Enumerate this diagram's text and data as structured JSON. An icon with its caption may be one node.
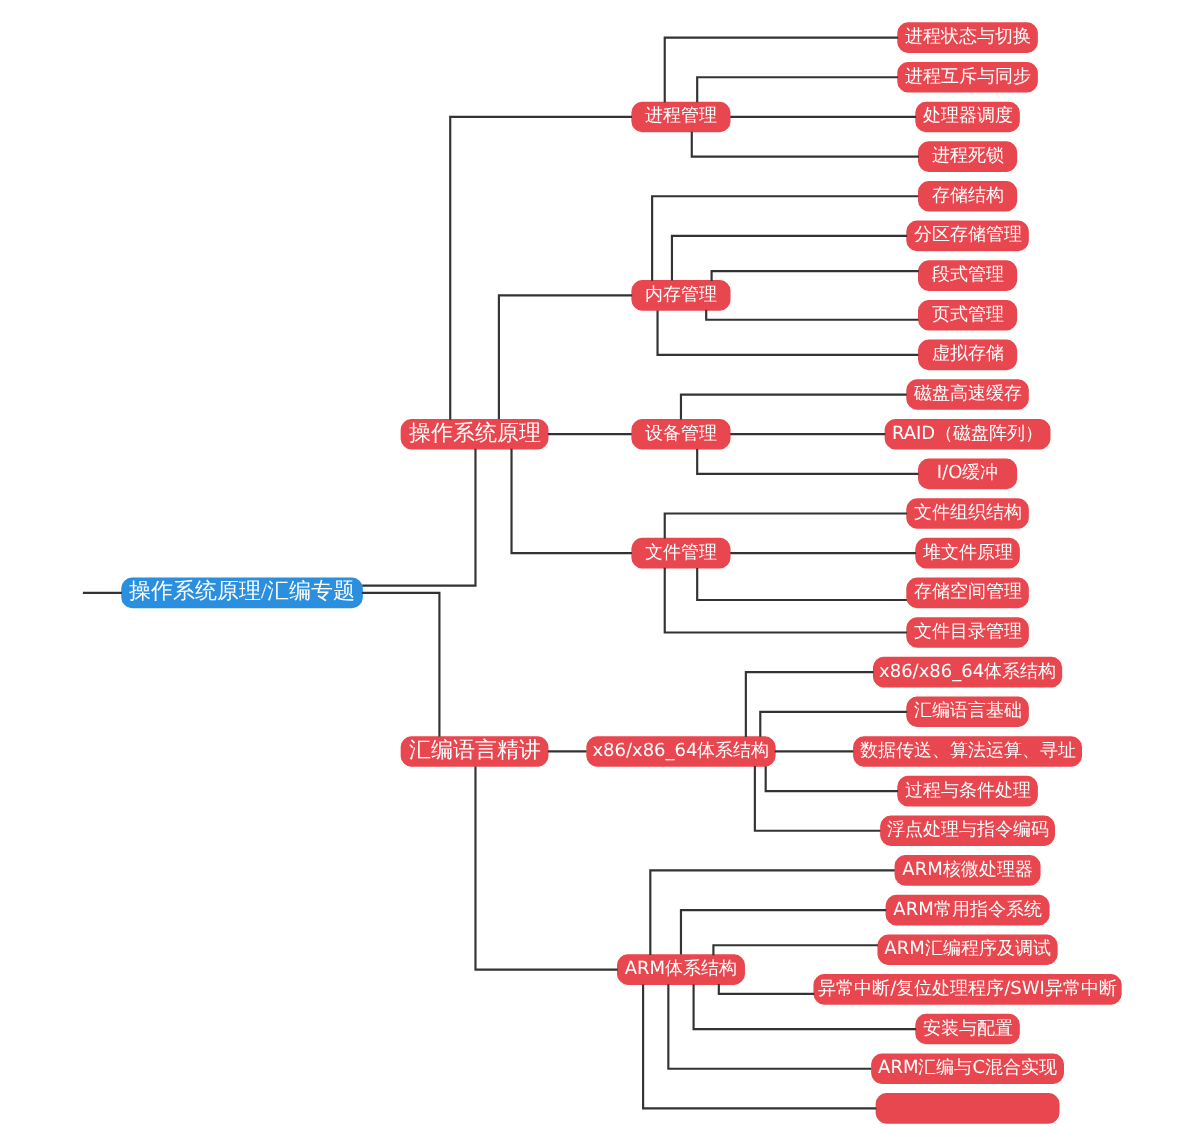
{
  "diagram": {
    "nodes": [
      {
        "text": [
          "操作系统原理/汇编专题"
        ]
      },
      {
        "text": [
          "操作系统原理"
        ]
      },
      {
        "text": [
          "进程管理"
        ]
      },
      {
        "text": [
          "进程状态与切换"
        ]
      },
      {
        "text": [
          "进程互斥与同步"
        ]
      },
      {
        "text": [
          "处理器调度"
        ]
      },
      {
        "text": [
          "进程死锁"
        ]
      },
      {
        "text": [
          "内存管理"
        ]
      },
      {
        "text": [
          "存储结构"
        ]
      },
      {
        "text": [
          "分区存储管理"
        ]
      },
      {
        "text": [
          "段式管理"
        ]
      },
      {
        "text": [
          "页式管理"
        ]
      },
      {
        "text": [
          "虚拟存储"
        ]
      },
      {
        "text": [
          "设备管理"
        ]
      },
      {
        "text": [
          "磁盘高速缓存"
        ]
      },
      {
        "text": [
          "RAID（磁盘阵列）"
        ]
      },
      {
        "text": [
          "I/O缓冲"
        ]
      },
      {
        "text": [
          "文件管理"
        ]
      },
      {
        "text": [
          "文件组织结构"
        ]
      },
      {
        "text": [
          "堆文件原理"
        ]
      },
      {
        "text": [
          "存储空间管理"
        ]
      },
      {
        "text": [
          "文件目录管理"
        ]
      },
      {
        "text": [
          "汇编语言精讲"
        ]
      },
      {
        "text": [
          "x86/x86_64体系结构"
        ]
      },
      {
        "text": [
          "x86/x86_64体系结构"
        ]
      },
      {
        "text": [
          "汇编语言基础"
        ]
      },
      {
        "text": [
          "数据传送、算法运算、寻址"
        ]
      },
      {
        "text": [
          "过程与条件处理"
        ]
      },
      {
        "text": [
          "浮点处理与指令编码"
        ]
      },
      {
        "text": [
          "ARM体系结构"
        ]
      },
      {
        "text": [
          "ARM核微处理器"
        ]
      },
      {
        "text": [
          "ARM常用指令系统"
        ]
      },
      {
        "text": [
          "ARM汇编程序及调试"
        ]
      },
      {
        "text": [
          "异常中断/复位处理程序/SWI异常中断"
        ]
      },
      {
        "text": [
          "安装与配置"
        ]
      },
      {
        "text": [
          "ARM汇编与C混合实现"
        ]
      },
      {
        "text": [],
        "shape": "box"
      }
    ],
    "edges": [
      {
        "from": null,
        "to": 0,
        "arrow": "none"
      },
      {
        "from": 0,
        "to": 1,
        "arrow": "none"
      },
      {
        "from": 1,
        "to": 2,
        "arrow": "none"
      },
      {
        "from": 2,
        "to": 3,
        "arrow": "none"
      },
      {
        "from": 2,
        "to": 4,
        "arrow": "none"
      },
      {
        "from": 2,
        "to": 5,
        "arrow": "none"
      },
      {
        "from": 2,
        "to": 6,
        "arrow": "none"
      },
      {
        "from": 1,
        "to": 7,
        "arrow": "none"
      },
      {
        "from": 7,
        "to": 8,
        "arrow": "none"
      },
      {
        "from": 7,
        "to": 9,
        "arrow": "none"
      },
      {
        "from": 7,
        "to": 10,
        "arrow": "none"
      },
      {
        "from": 7,
        "to": 11,
        "arrow": "none"
      },
      {
        "from": 7,
        "to": 12,
        "arrow": "none"
      },
      {
        "from": 1,
        "to": 13,
        "arrow": "none"
      },
      {
        "from": 13,
        "to": 14,
        "arrow": "none"
      },
      {
        "from": 13,
        "to": 15,
        "arrow": "none"
      },
      {
        "from": 13,
        "to": 16,
        "arrow": "none"
      },
      {
        "from": 1,
        "to": 17,
        "arrow": "none"
      },
      {
        "from": 17,
        "to": 18,
        "arrow": "none"
      },
      {
        "from": 17,
        "to": 19,
        "arrow": "none"
      },
      {
        "from": 17,
        "to": 20,
        "arrow": "none"
      },
      {
        "from": 17,
        "to": 21,
        "arrow": "none"
      },
      {
        "from": 0,
        "to": 22,
        "arrow": "none"
      },
      {
        "from": 22,
        "to": 23,
        "arrow": "none"
      },
      {
        "from": 23,
        "to": 24,
        "arrow": "none"
      },
      {
        "from": 23,
        "to": 25,
        "arrow": "none"
      },
      {
        "from": 23,
        "to": 26,
        "arrow": "none"
      },
      {
        "from": 23,
        "to": 27,
        "arrow": "none"
      },
      {
        "from": 23,
        "to": 28,
        "arrow": "none"
      },
      {
        "from": 22,
        "to": 29,
        "arrow": "none"
      },
      {
        "from": 29,
        "to": 30,
        "arrow": "none"
      },
      {
        "from": 29,
        "to": 31,
        "arrow": "none"
      },
      {
        "from": 29,
        "to": 32,
        "arrow": "none"
      },
      {
        "from": 29,
        "to": 33,
        "arrow": "none"
      },
      {
        "from": 29,
        "to": 34,
        "arrow": "none"
      },
      {
        "from": 29,
        "to": 35,
        "arrow": "none"
      },
      {
        "from": 29,
        "to": 36,
        "arrow": "none"
      }
    ]
  }
}
